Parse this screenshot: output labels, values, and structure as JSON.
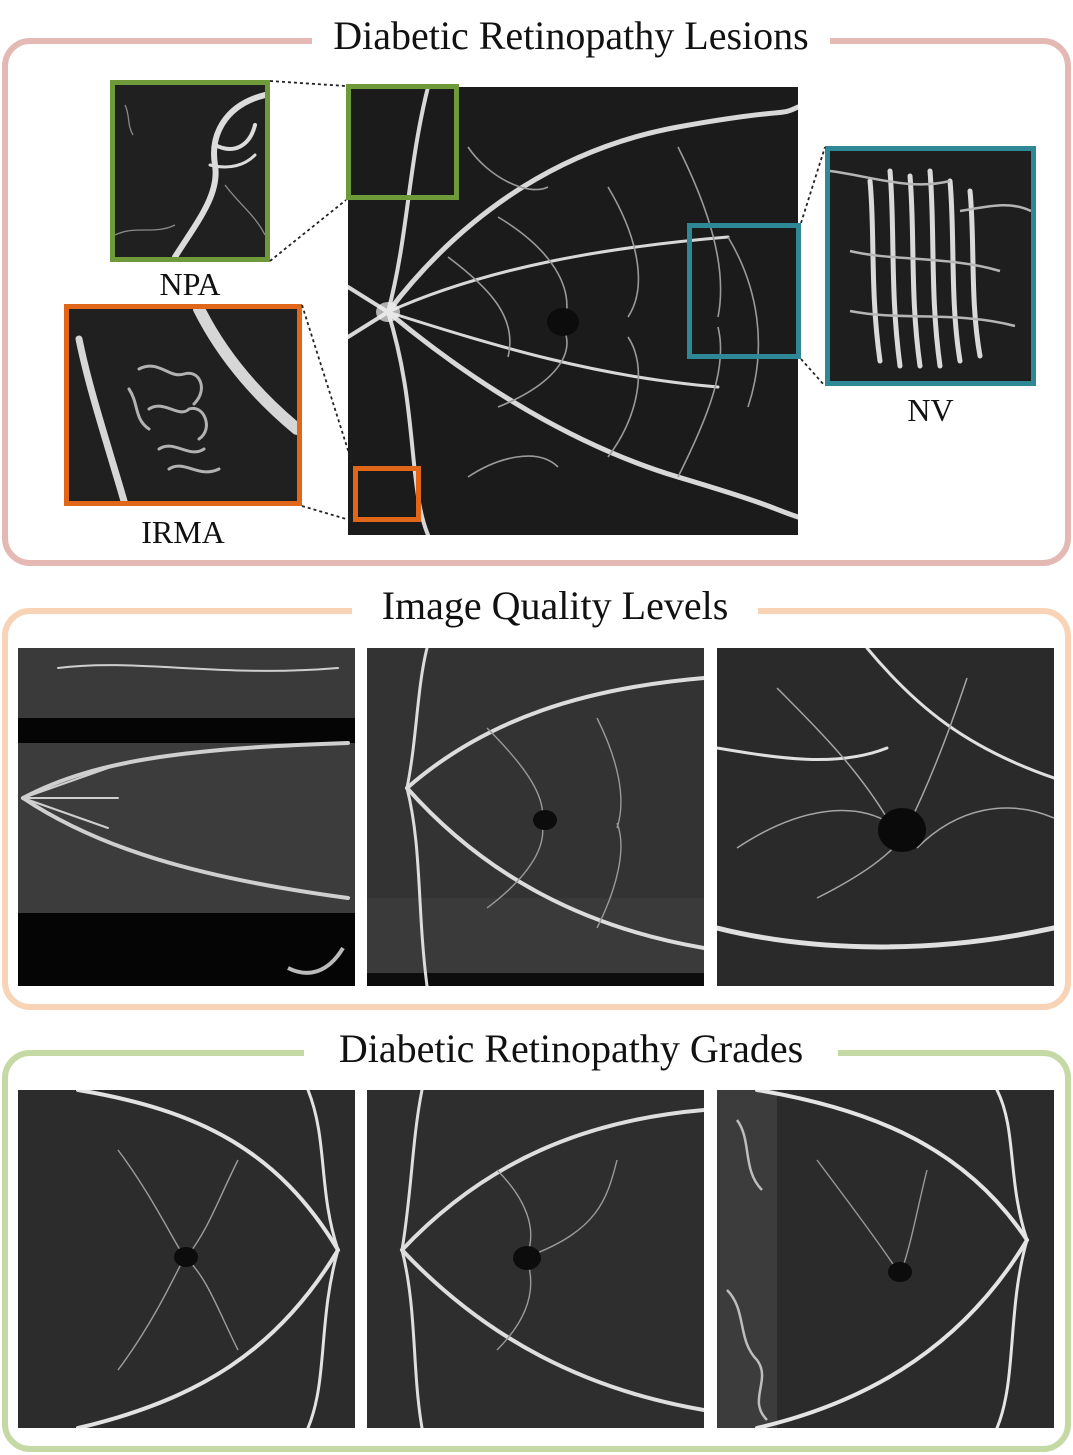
{
  "colors": {
    "lesions_panel": "#e4b9b4",
    "quality_panel": "#f8d3b5",
    "grades_panel": "#c5d9a5",
    "npa": "#6f9a3a",
    "irma": "#e0661a",
    "nv": "#2f8896"
  },
  "panels": {
    "lesions": {
      "title": "Diabetic Retinopathy Lesions",
      "labels": {
        "npa": "NPA",
        "irma": "IRMA",
        "nv": "NV"
      }
    },
    "quality": {
      "title": "Image Quality Levels"
    },
    "grades": {
      "title": "Diabetic Retinopathy Grades"
    }
  }
}
